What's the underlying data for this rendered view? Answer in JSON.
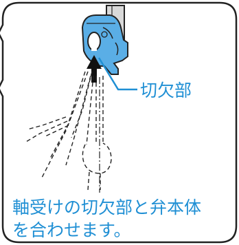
{
  "labels": {
    "cutout": "切欠部"
  },
  "caption": {
    "line1": "軸受けの切欠部と弁本体",
    "line2": "を合わせます。"
  },
  "colors": {
    "accent": "#1f8fd4",
    "part_fill": "#5aaee6",
    "outline": "#222222",
    "arrow": "#111111"
  }
}
